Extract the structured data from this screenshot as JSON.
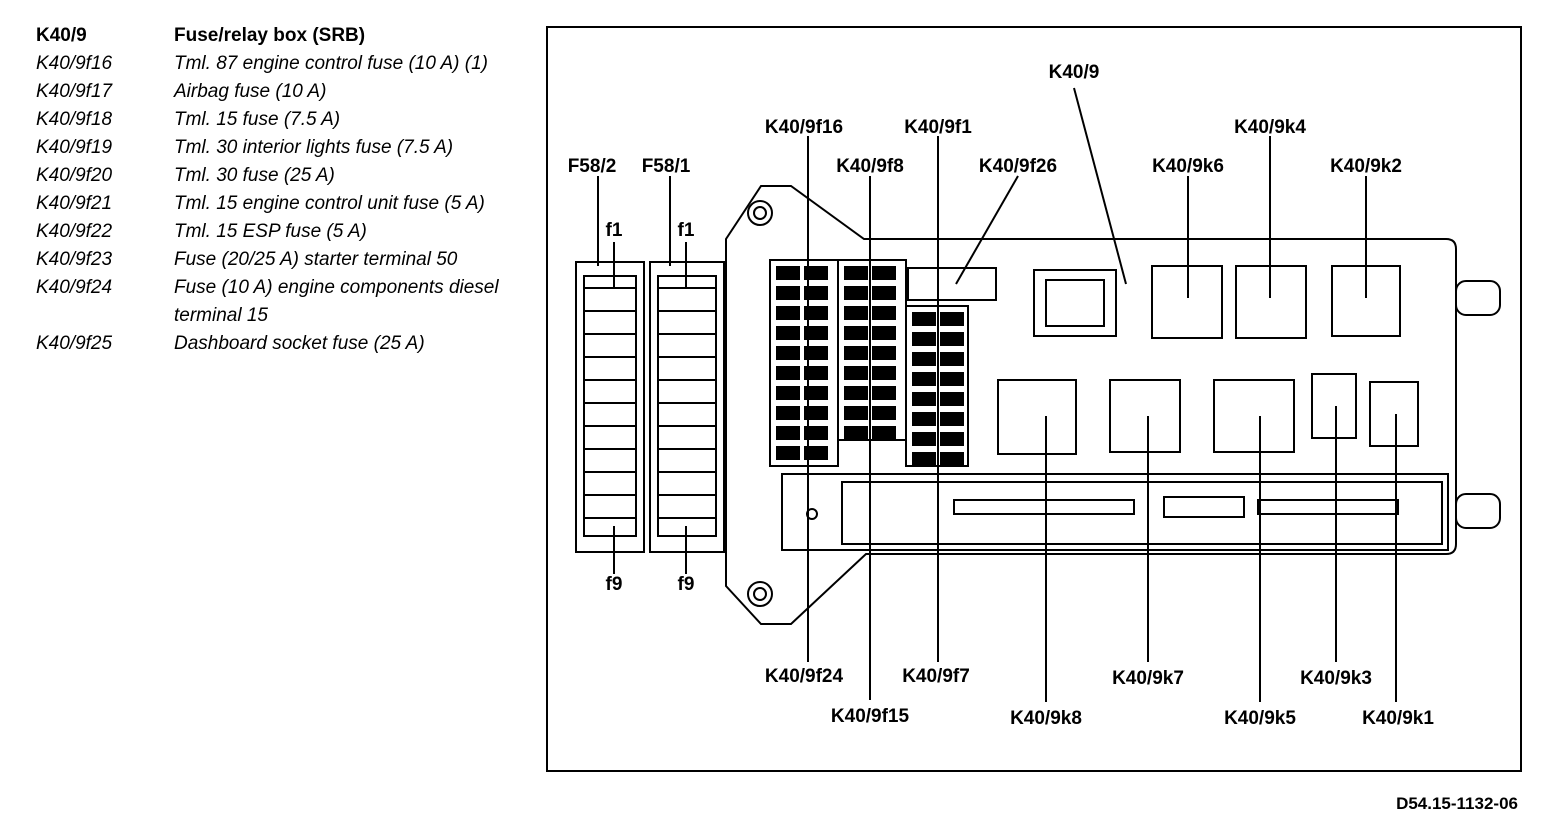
{
  "legend": {
    "header": {
      "code": "K40/9",
      "desc": "Fuse/relay box (SRB)"
    },
    "items": [
      {
        "code": "K40/9f16",
        "desc": "Tml. 87 engine control fuse (10 A) (1)"
      },
      {
        "code": "K40/9f17",
        "desc": "Airbag fuse (10 A)"
      },
      {
        "code": "K40/9f18",
        "desc": "Tml. 15 fuse (7.5 A)"
      },
      {
        "code": "K40/9f19",
        "desc": "Tml. 30 interior lights fuse (7.5 A)"
      },
      {
        "code": "K40/9f20",
        "desc": "Tml. 30 fuse (25 A)"
      },
      {
        "code": "K40/9f21",
        "desc": "Tml. 15 engine control unit fuse (5 A)"
      },
      {
        "code": "K40/9f22",
        "desc": "Tml. 15 ESP fuse (5 A)"
      },
      {
        "code": "K40/9f23",
        "desc": "Fuse (20/25 A) starter terminal 50"
      },
      {
        "code": "K40/9f24",
        "desc": "Fuse (10 A) engine components diesel terminal 15"
      },
      {
        "code": "K40/9f25",
        "desc": "Dashboard socket fuse (25 A)"
      }
    ]
  },
  "labels": {
    "k40_9": "K40/9",
    "f58_2": "F58/2",
    "f58_1": "F58/1",
    "f1_a": "f1",
    "f1_b": "f1",
    "f9_a": "f9",
    "f9_b": "f9",
    "k40_9f16": "K40/9f16",
    "k40_9f1": "K40/9f1",
    "k40_9f8": "K40/9f8",
    "k40_9f26": "K40/9f26",
    "k40_9k6": "K40/9k6",
    "k40_9k4": "K40/9k4",
    "k40_9k2": "K40/9k2",
    "k40_9f24": "K40/9f24",
    "k40_9f7": "K40/9f7",
    "k40_9f15": "K40/9f15",
    "k40_9k8": "K40/9k8",
    "k40_9k7": "K40/9k7",
    "k40_9k5": "K40/9k5",
    "k40_9k3": "K40/9k3",
    "k40_9k1": "K40/9k1"
  },
  "reference": "D54.15-1132-06"
}
